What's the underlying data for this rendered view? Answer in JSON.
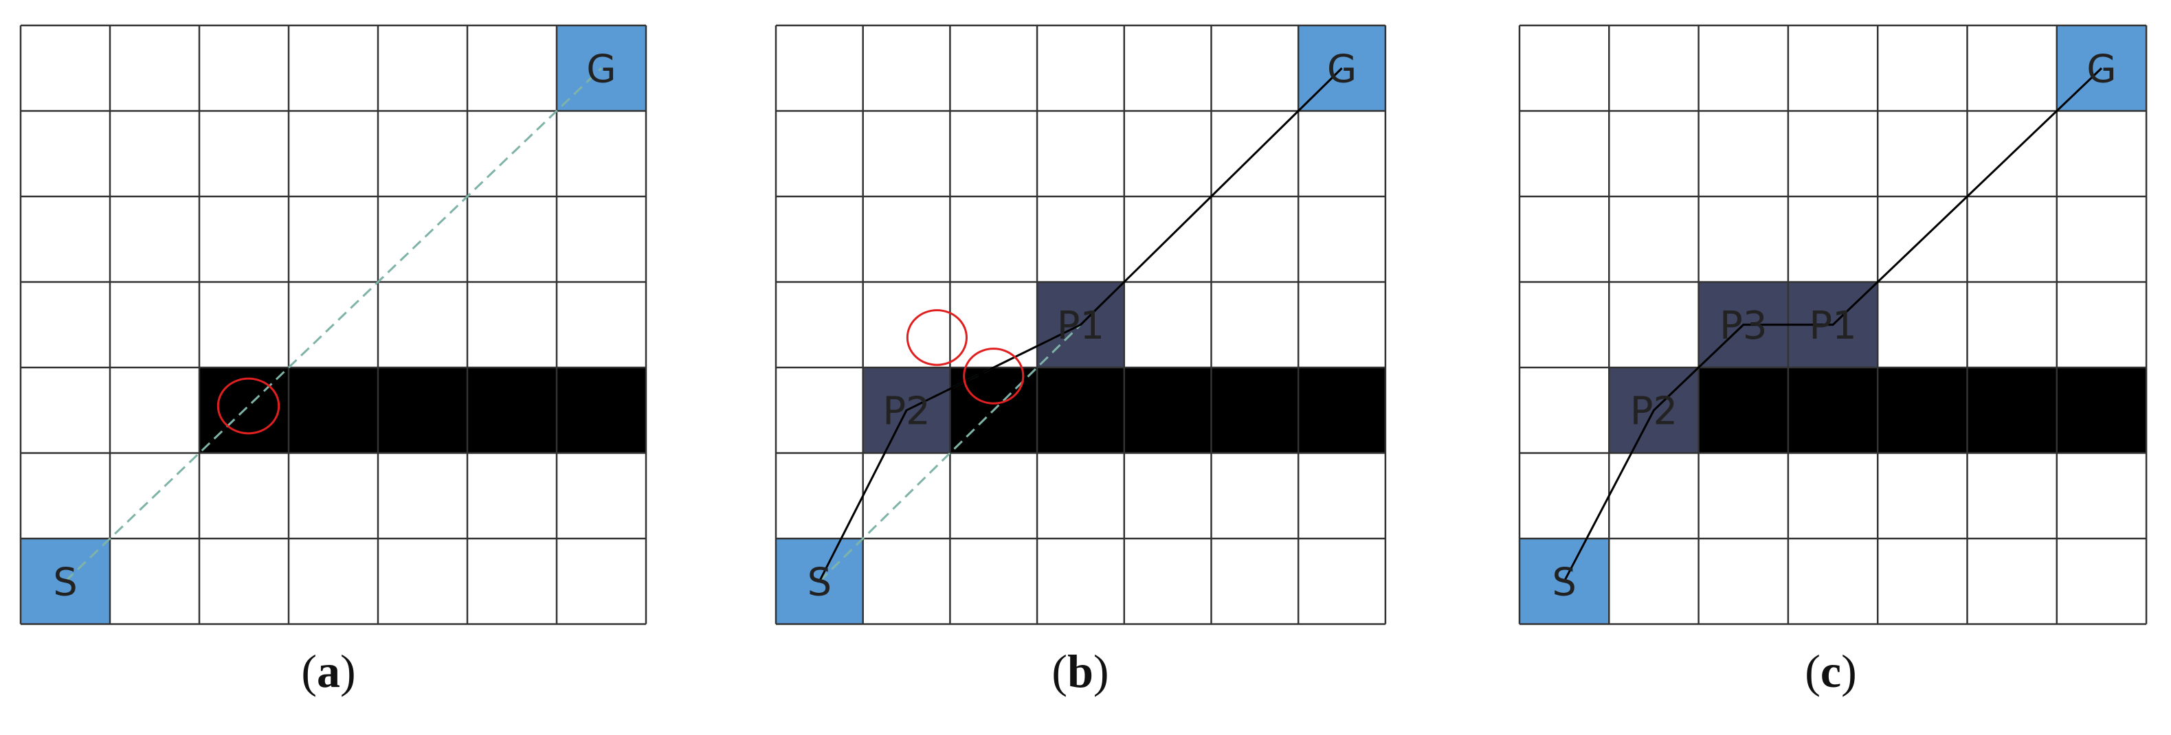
{
  "panels": [
    {
      "id": "a",
      "caption_open": "(",
      "caption_letter": "a",
      "caption_close": ")",
      "rows": 7,
      "cols": 7,
      "obstacle": {
        "row": 4,
        "col_start": 2,
        "col_end": 6
      },
      "cells": [
        {
          "label": "S",
          "row": 6,
          "col": 0,
          "kind": "endpoint"
        },
        {
          "label": "G",
          "row": 0,
          "col": 6,
          "kind": "endpoint"
        }
      ],
      "solid_path": [],
      "dashed_lines": [
        {
          "from": {
            "row": 6,
            "col": 0
          },
          "to": {
            "row": 0,
            "col": 6
          }
        }
      ],
      "collision_marks": [
        {
          "row": 4.45,
          "col": 2.55
        }
      ]
    },
    {
      "id": "b",
      "caption_open": "(",
      "caption_letter": "b",
      "caption_close": ")",
      "rows": 7,
      "cols": 7,
      "obstacle": {
        "row": 4,
        "col_start": 2,
        "col_end": 6
      },
      "cells": [
        {
          "label": "S",
          "row": 6,
          "col": 0,
          "kind": "endpoint"
        },
        {
          "label": "G",
          "row": 0,
          "col": 6,
          "kind": "endpoint"
        },
        {
          "label": "P1",
          "row": 3,
          "col": 3,
          "kind": "waypoint"
        },
        {
          "label": "P2",
          "row": 4,
          "col": 1,
          "kind": "waypoint"
        }
      ],
      "solid_path": [
        {
          "row": 6,
          "col": 0
        },
        {
          "row": 4,
          "col": 1
        },
        {
          "row": 3,
          "col": 3
        },
        {
          "row": 0,
          "col": 6
        }
      ],
      "dashed_lines": [
        {
          "from": {
            "row": 4,
            "col": 1
          },
          "to": {
            "row": 3,
            "col": 3
          }
        },
        {
          "from": {
            "row": 6,
            "col": 0
          },
          "to": {
            "row": 3,
            "col": 3
          }
        }
      ],
      "collision_marks": [
        {
          "row": 3.65,
          "col": 1.85
        },
        {
          "row": 4.1,
          "col": 2.5
        }
      ]
    },
    {
      "id": "c",
      "caption_open": "(",
      "caption_letter": "c",
      "caption_close": ")",
      "rows": 7,
      "cols": 7,
      "obstacle": {
        "row": 4,
        "col_start": 2,
        "col_end": 6
      },
      "cells": [
        {
          "label": "S",
          "row": 6,
          "col": 0,
          "kind": "endpoint"
        },
        {
          "label": "G",
          "row": 0,
          "col": 6,
          "kind": "endpoint"
        },
        {
          "label": "P3",
          "row": 3,
          "col": 2,
          "kind": "waypoint"
        },
        {
          "label": "P1",
          "row": 3,
          "col": 3,
          "kind": "waypoint"
        },
        {
          "label": "P2",
          "row": 4,
          "col": 1,
          "kind": "waypoint"
        }
      ],
      "solid_path": [
        {
          "row": 6,
          "col": 0
        },
        {
          "row": 4,
          "col": 1
        },
        {
          "row": 3,
          "col": 2
        },
        {
          "row": 3,
          "col": 3
        },
        {
          "row": 0,
          "col": 6
        }
      ],
      "dashed_lines": [],
      "collision_marks": []
    }
  ],
  "colors": {
    "endpoint": "#5b9bd5",
    "waypoint": "#3f4461",
    "obstacle": "#000000",
    "grid": "#333333",
    "solid_path": "#000000",
    "dashed_line": "#7fb3a8",
    "collision_mark": "#e02020"
  }
}
